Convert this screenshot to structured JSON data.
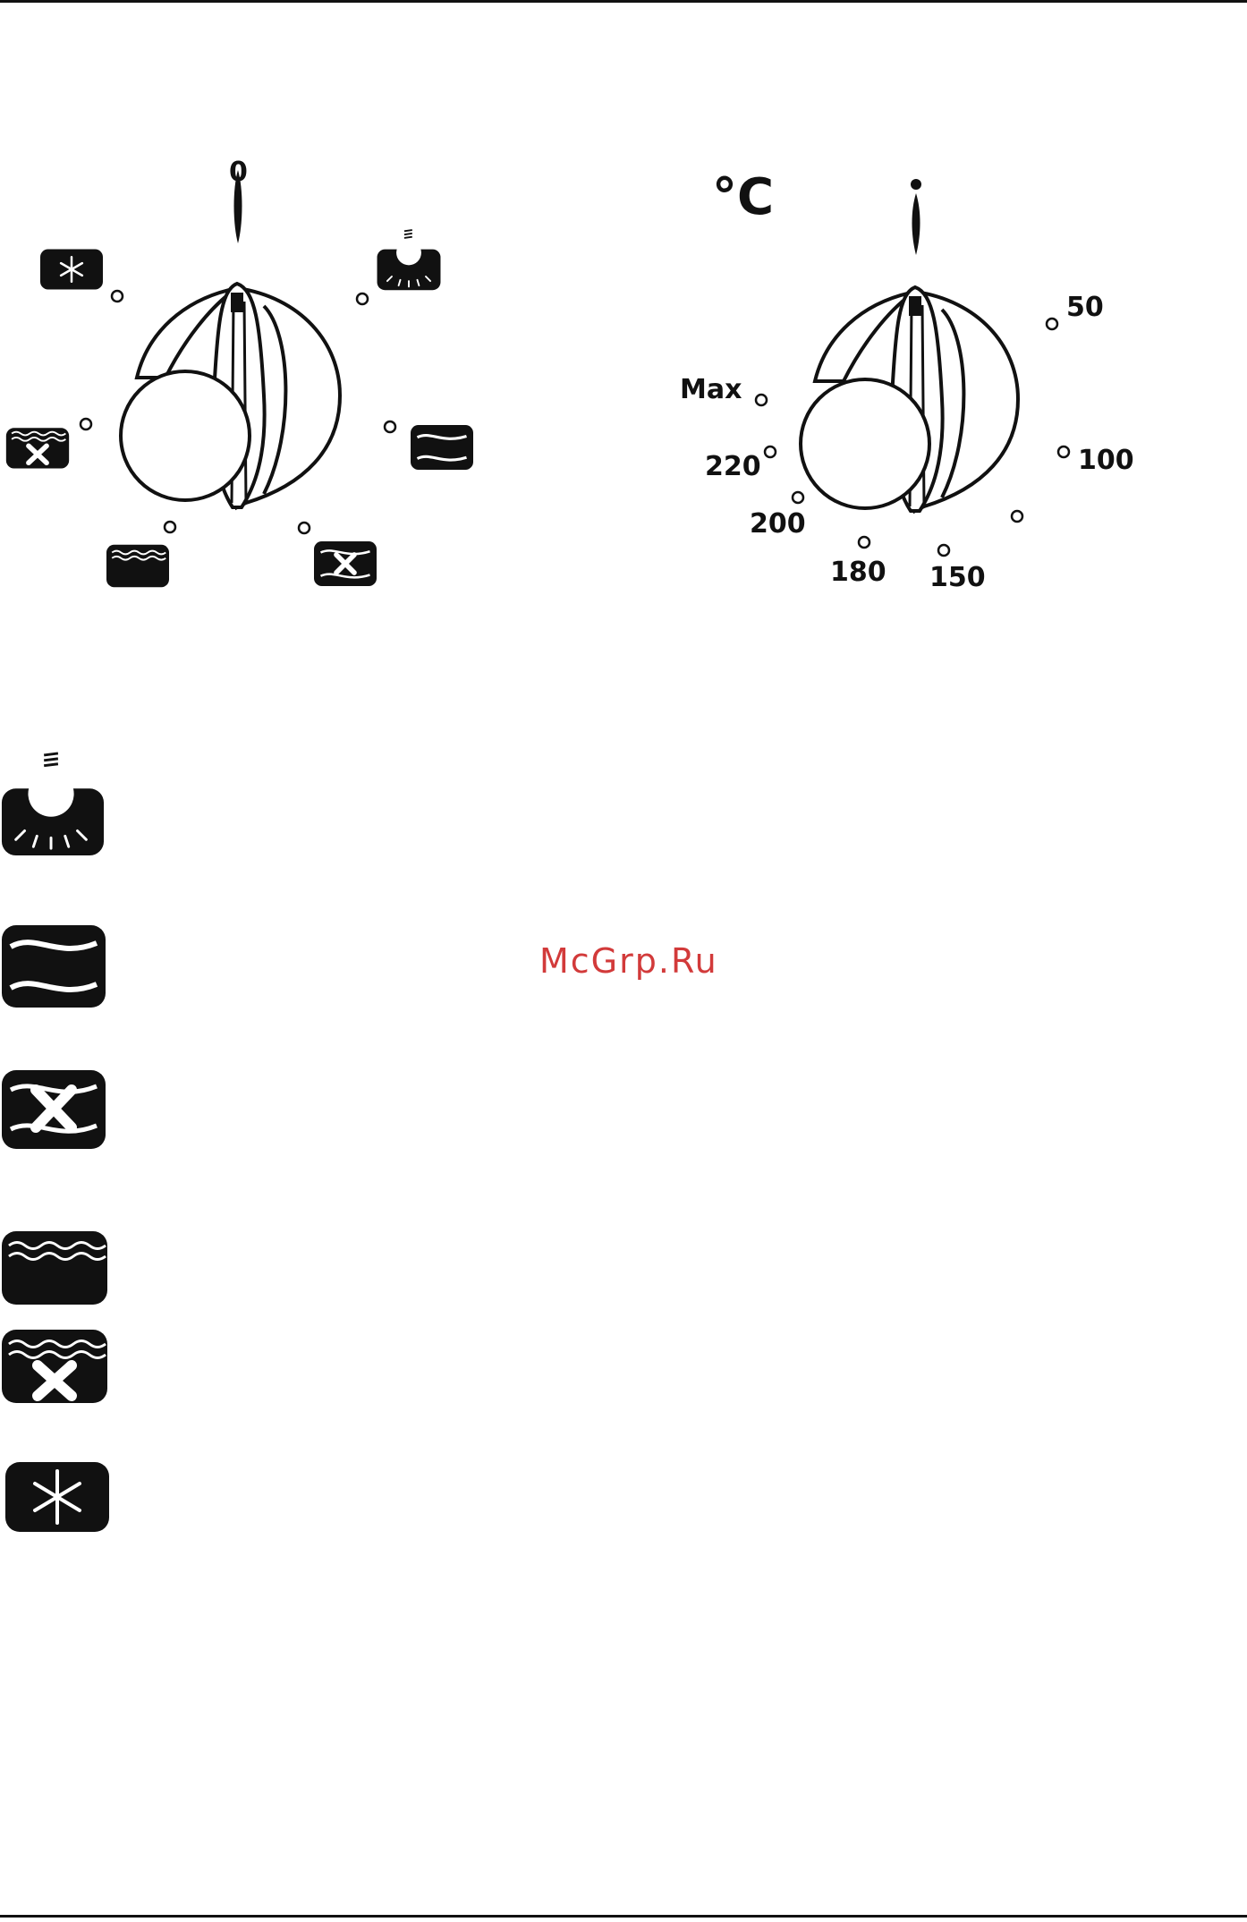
{
  "function_dial": {
    "zero_label": "0",
    "positions": [
      {
        "icon": "snowflake-icon"
      },
      {
        "icon": "lamp-icon"
      },
      {
        "icon": "bottom-fan-icon"
      },
      {
        "icon": "top-bottom-heat-icon"
      },
      {
        "icon": "top-fan-icon"
      },
      {
        "icon": "fan-top-bottom-icon"
      }
    ]
  },
  "thermostat_dial": {
    "unit_label": "°C",
    "temperature_labels": [
      "50",
      "100",
      "150",
      "180",
      "200",
      "220",
      "Max"
    ]
  },
  "legend": {
    "items": [
      {
        "icon": "lamp-icon"
      },
      {
        "icon": "top-bottom-heat-icon"
      },
      {
        "icon": "fan-top-bottom-icon"
      },
      {
        "icon": "top-heat-icon"
      },
      {
        "icon": "top-fan-icon"
      },
      {
        "icon": "snowflake-icon"
      }
    ]
  },
  "watermark": "McGrp.Ru",
  "colors": {
    "ink": "#111111",
    "watermark": "#d23a3a",
    "background": "#ffffff"
  }
}
